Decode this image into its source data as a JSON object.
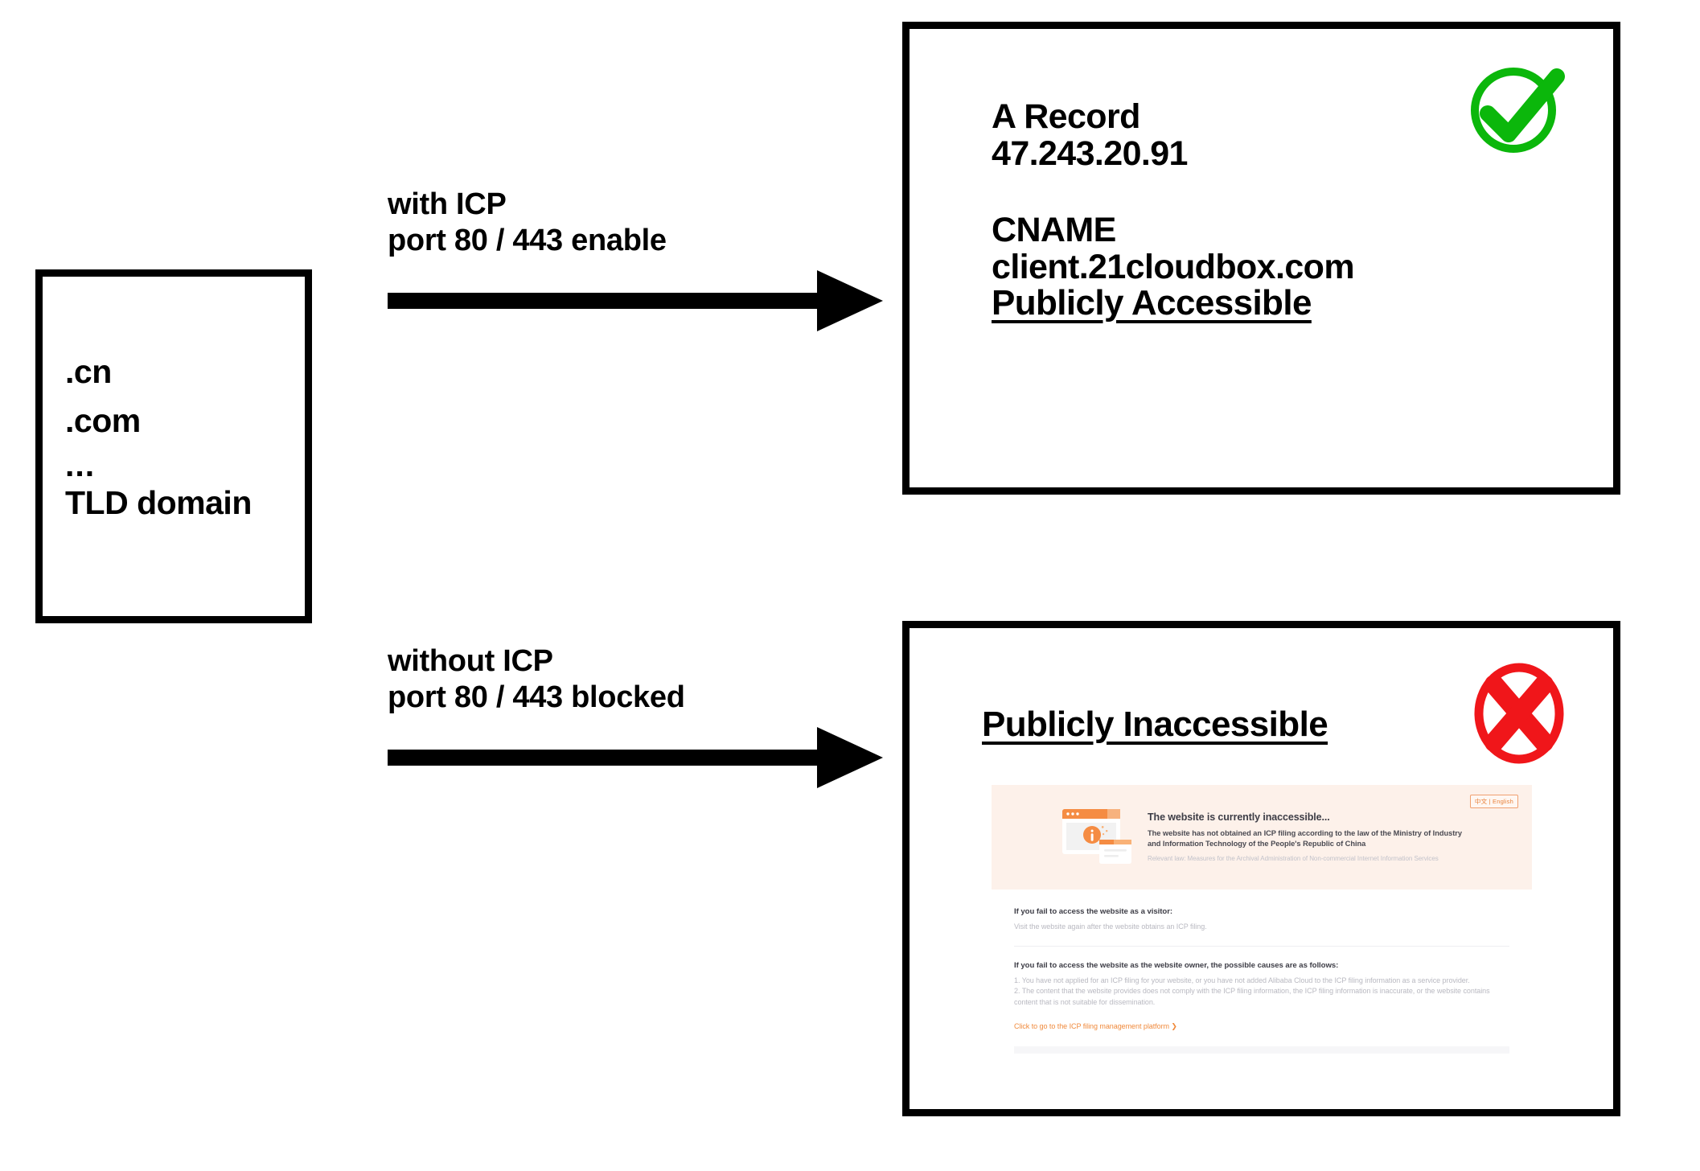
{
  "diagram": {
    "title": "TLD domain ICP filing accessibility flow",
    "colors": {
      "outline": "#000000",
      "success_green": "#0bb70b",
      "error_red": "#f0161a",
      "icp_orange": "#f08a3c",
      "icp_hero_bg": "#fdf1ea"
    }
  },
  "source_box": {
    "name": "TLD domain",
    "entries": [
      ".cn",
      ".com",
      "...",
      "TLD domain"
    ]
  },
  "branches": [
    {
      "id": "with-icp",
      "label_line1": "with ICP",
      "label_line2": "port 80 / 443 enable",
      "arrow": "arrow-right"
    },
    {
      "id": "without-icp",
      "label_line1": "without ICP",
      "label_line2": "port 80 / 443 blocked",
      "arrow": "arrow-right"
    }
  ],
  "accessible_result": {
    "records": [
      {
        "label": "A Record",
        "value": "47.243.20.91"
      },
      {
        "label": "CNAME",
        "value": "client.21cloudbox.com"
      }
    ],
    "status": "Publicly Accessible",
    "status_icon": "green-check-circle-icon"
  },
  "inaccessible_result": {
    "status": "Publicly Inaccessible",
    "status_icon": "red-x-circle-icon",
    "screenshot": {
      "lang_toggle": "中文 | English",
      "hero_title": "The website is currently inaccessible...",
      "hero_body": "The website has not obtained an ICP filing according to the law of the Ministry of Industry and Information Technology of the People's Republic of China",
      "hero_note": "Relevant law: Measures for the Archival Administration of Non-commercial Internet Information Services",
      "visitor_heading": "If you fail to access the website as a visitor:",
      "visitor_text": "Visit the website again after the website obtains an ICP filing.",
      "owner_heading": "If you fail to access the website as the website owner, the possible causes are as follows:",
      "owner_cause_1": "1. You have not applied for an ICP filing for your website, or you have not added Alibaba Cloud to the ICP filing information as a service provider.",
      "owner_cause_2": "2. The content that the website provides does not comply with the ICP filing information, the ICP filing information is inaccurate, or the website contains content that is not suitable for dissemination.",
      "link_text": "Click to go to the ICP filing management platform ❯"
    }
  }
}
